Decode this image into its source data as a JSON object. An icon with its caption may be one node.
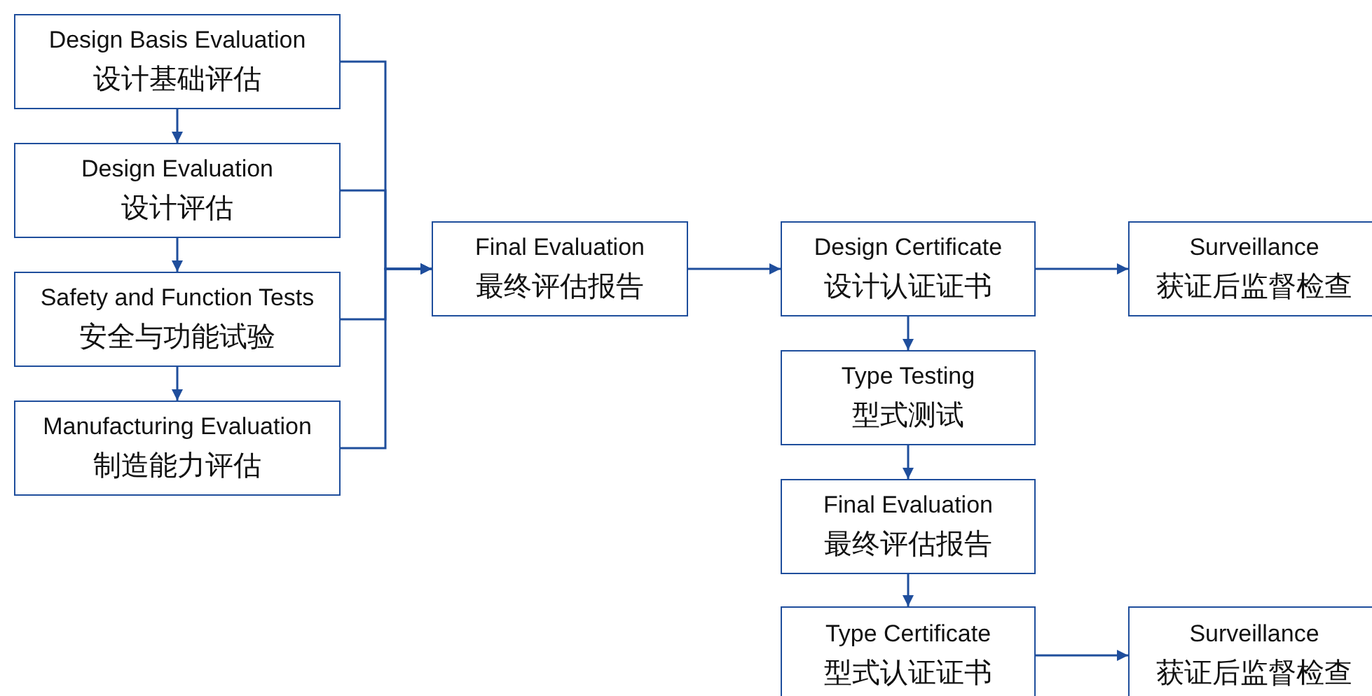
{
  "diagram": {
    "nodes": [
      {
        "text": [
          "Design Basis Evaluation",
          "设计基础评估"
        ]
      },
      {
        "text": [
          "Design Evaluation",
          "设计评估"
        ]
      },
      {
        "text": [
          "Safety and Function Tests",
          "安全与功能试验"
        ]
      },
      {
        "text": [
          "Manufacturing Evaluation",
          "制造能力评估"
        ]
      },
      {
        "text": [
          "Final Evaluation",
          "最终评估报告"
        ]
      },
      {
        "text": [
          "Design Certificate",
          "设计认证证书"
        ]
      },
      {
        "text": [
          "Surveillance",
          "获证后监督检查"
        ]
      },
      {
        "text": [
          "Type Testing",
          "型式测试"
        ]
      },
      {
        "text": [
          "Final Evaluation",
          "最终评估报告"
        ]
      },
      {
        "text": [
          "Type Certificate",
          "型式认证证书"
        ]
      },
      {
        "text": [
          "Surveillance",
          "获证后监督检查"
        ]
      }
    ],
    "edges": [
      {
        "from": 0,
        "to": 1,
        "arrow": "to"
      },
      {
        "from": 1,
        "to": 2,
        "arrow": "to"
      },
      {
        "from": 2,
        "to": 3,
        "arrow": "to"
      },
      {
        "from": 0,
        "to": 4,
        "arrow": "to"
      },
      {
        "from": 1,
        "to": 4,
        "arrow": "to"
      },
      {
        "from": 2,
        "to": 4,
        "arrow": "to"
      },
      {
        "from": 3,
        "to": 4,
        "arrow": "to"
      },
      {
        "from": 4,
        "to": 5,
        "arrow": "to"
      },
      {
        "from": 5,
        "to": 6,
        "arrow": "to"
      },
      {
        "from": 5,
        "to": 7,
        "arrow": "to"
      },
      {
        "from": 7,
        "to": 8,
        "arrow": "to"
      },
      {
        "from": 8,
        "to": 9,
        "arrow": "to"
      },
      {
        "from": 9,
        "to": 10,
        "arrow": "to"
      }
    ]
  }
}
